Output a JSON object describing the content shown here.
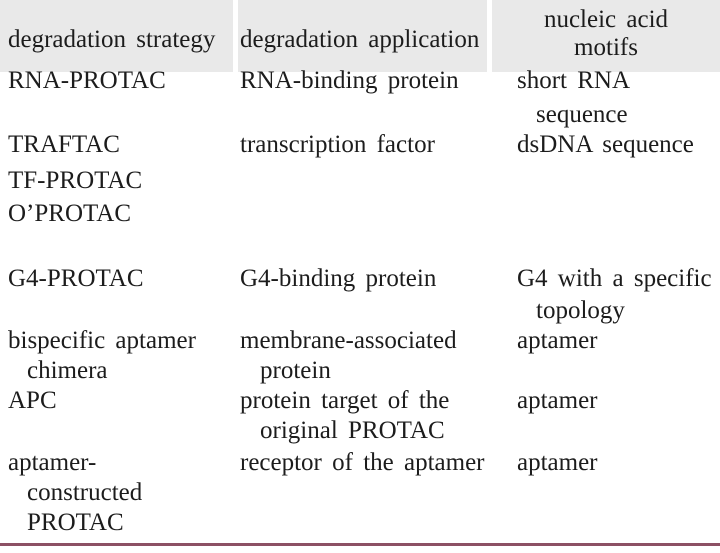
{
  "table": {
    "header": {
      "col1": "degradation strategy",
      "col2": "degradation application",
      "col3_line1": "nucleic acid",
      "col3_line2": "motifs"
    },
    "rows": [
      {
        "strategy": [
          "RNA-PROTAC"
        ],
        "application": [
          "RNA-binding protein"
        ],
        "motifs": [
          "short RNA",
          "sequence"
        ]
      },
      {
        "strategy": [
          "TRAFTAC"
        ],
        "application": [
          "transcription factor"
        ],
        "motifs": [
          "dsDNA sequence"
        ]
      },
      {
        "strategy": [
          "TF-PROTAC"
        ],
        "application": [],
        "motifs": []
      },
      {
        "strategy": [
          "O’PROTAC"
        ],
        "application": [],
        "motifs": []
      },
      {
        "strategy": [
          "G4-PROTAC"
        ],
        "application": [
          "G4-binding protein"
        ],
        "motifs": [
          "G4 with a specific",
          "topology"
        ]
      },
      {
        "strategy": [
          "bispecific aptamer",
          "chimera"
        ],
        "application": [
          "membrane-associated",
          "protein"
        ],
        "motifs": [
          "aptamer"
        ]
      },
      {
        "strategy": [
          "APC"
        ],
        "application": [
          "protein target of the",
          "original PROTAC"
        ],
        "motifs": [
          "aptamer"
        ]
      },
      {
        "strategy": [
          "aptamer-",
          "constructed",
          "PROTAC"
        ],
        "application": [
          "receptor of the aptamer"
        ],
        "motifs": [
          "aptamer"
        ]
      }
    ]
  },
  "colors": {
    "header_bg": "#e9e9e9",
    "text": "#1c1c1c",
    "bottom_rule": "#8c5064"
  }
}
